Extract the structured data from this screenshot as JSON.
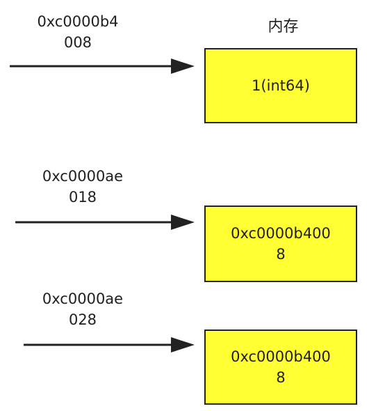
{
  "memory_title": "内存",
  "rows": [
    {
      "address_line1": "0xc0000b4",
      "address_line2": "008",
      "value_line1": "1(int64)",
      "value_line2": ""
    },
    {
      "address_line1": "0xc0000ae",
      "address_line2": "018",
      "value_line1": "0xc0000b400",
      "value_line2": "8"
    },
    {
      "address_line1": "0xc0000ae",
      "address_line2": "028",
      "value_line1": "0xc0000b400",
      "value_line2": "8"
    }
  ],
  "colors": {
    "box_fill": "#ffff33",
    "stroke": "#222222",
    "text": "#1f1f1f"
  }
}
